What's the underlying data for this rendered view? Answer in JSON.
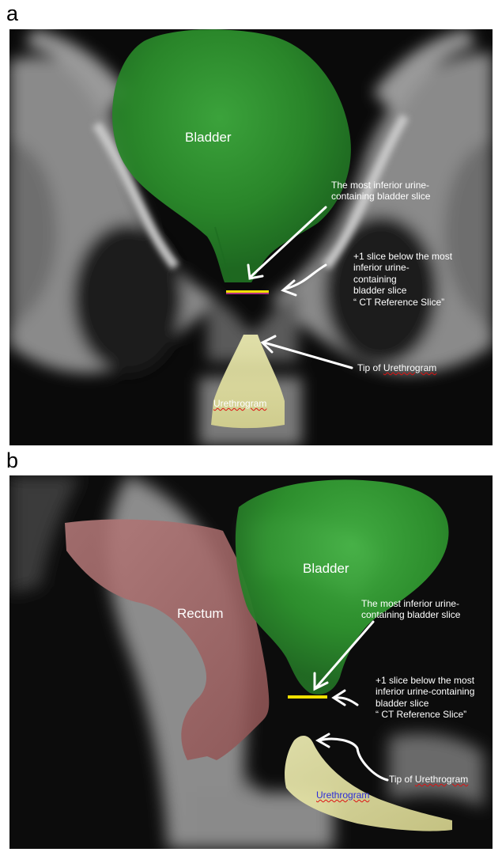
{
  "panels": [
    {
      "letter": "a",
      "labels": {
        "bladder": "Bladder",
        "inferior_slice": "The most inferior urine-\ncontaining bladder slice",
        "reference_slice": "+1 slice below the most\n inferior urine-\n containing\n bladder slice\n“ CT Reference Slice”",
        "tip_prefix": "Tip of ",
        "tip_word": "Urethrogram",
        "urethrogram": "Urethrogram"
      }
    },
    {
      "letter": "b",
      "labels": {
        "bladder": "Bladder",
        "rectum": "Rectum",
        "inferior_slice": "The most inferior urine-\ncontaining bladder slice",
        "reference_slice": "+1 slice below the most\ninferior urine-containing\nbladder slice\n“ CT Reference Slice”",
        "tip_prefix": "Tip of ",
        "tip_word": "Urethrogram",
        "urethrogram": "Urethrogram"
      }
    }
  ],
  "colors": {
    "bladder": "#2f9a2f",
    "rectum": "#a86868",
    "urethrogram": "#e8e6a8",
    "slice_line": "#f0e000",
    "slice_line_a_bottom": "#b03080",
    "urethrogram_label_b": "#2c2cd8"
  }
}
